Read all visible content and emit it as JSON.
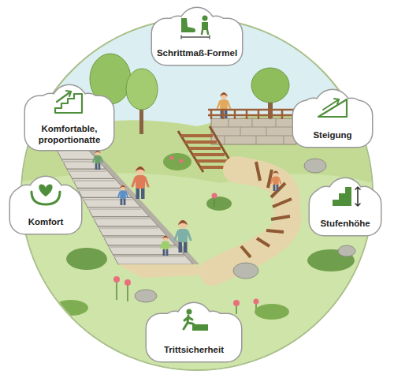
{
  "diagram": {
    "nodes": [
      {
        "text": [
          "Schrittmaß-Formel"
        ]
      },
      {
        "text": [
          "Komfortable, proportionatte"
        ]
      },
      {
        "text": [
          "Steigung"
        ]
      },
      {
        "text": [
          "Komfort"
        ]
      },
      {
        "text": [
          "Stufenhöhe"
        ]
      },
      {
        "text": [
          "Trittsicherheit"
        ]
      }
    ]
  }
}
